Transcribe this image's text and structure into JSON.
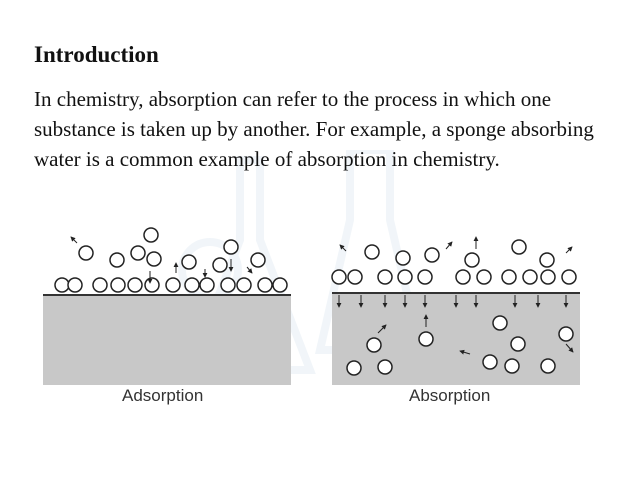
{
  "slide": {
    "title": "Introduction",
    "body": "In chemistry, absorption can refer to the process in which one substance is taken up by another. For example, a sponge absorbing water is a common example of absorption in chemistry."
  },
  "figure": {
    "adsorption_label": "Adsorption",
    "absorption_label": "Absorption"
  },
  "colors": {
    "substrate": "#c8c8c8",
    "surface_line": "#333333",
    "molecule_fill": "#ffffff",
    "molecule_stroke": "#222222",
    "watermark": "#7fa8c8"
  }
}
